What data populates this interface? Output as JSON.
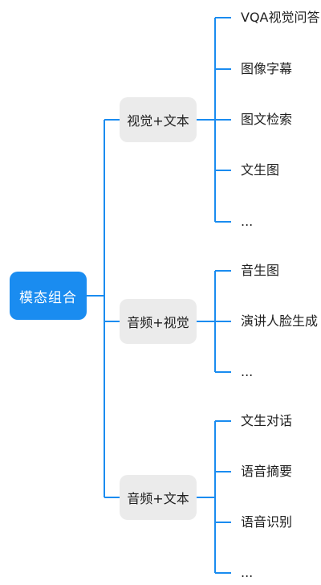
{
  "root": {
    "label": "模态组合"
  },
  "branches": [
    {
      "label": "视觉+文本",
      "leaves": [
        "VQA视觉问答",
        "图像字幕",
        "图文检索",
        "文生图",
        "..."
      ]
    },
    {
      "label": "音频+视觉",
      "leaves": [
        "音生图",
        "演讲人脸生成",
        "..."
      ]
    },
    {
      "label": "音频+文本",
      "leaves": [
        "文生对话",
        "语音摘要",
        "语音识别",
        "..."
      ]
    }
  ],
  "colors": {
    "accent": "#1a8cf0",
    "connector": "#1a8cf0",
    "node_bg": "#ebebeb"
  }
}
